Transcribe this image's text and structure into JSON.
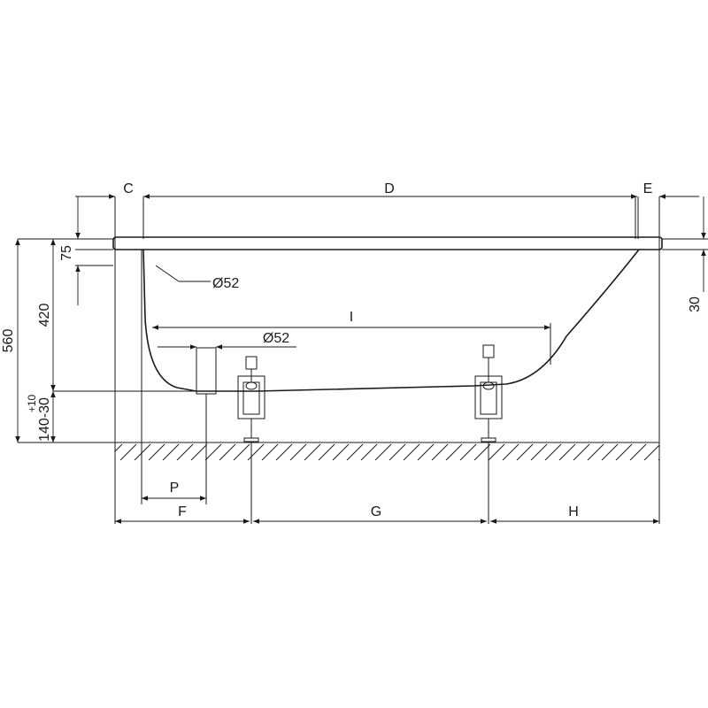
{
  "labels": {
    "c": "C",
    "d": "D",
    "e": "E",
    "f": "F",
    "g": "G",
    "h": "H",
    "i": "I",
    "p": "P",
    "dia_overflow": "Ø52",
    "dia_drain": "Ø52",
    "h75": "75",
    "h420": "420",
    "h560": "560",
    "h30": "30",
    "adj_plus": "+10",
    "adj_main": "140-30"
  }
}
